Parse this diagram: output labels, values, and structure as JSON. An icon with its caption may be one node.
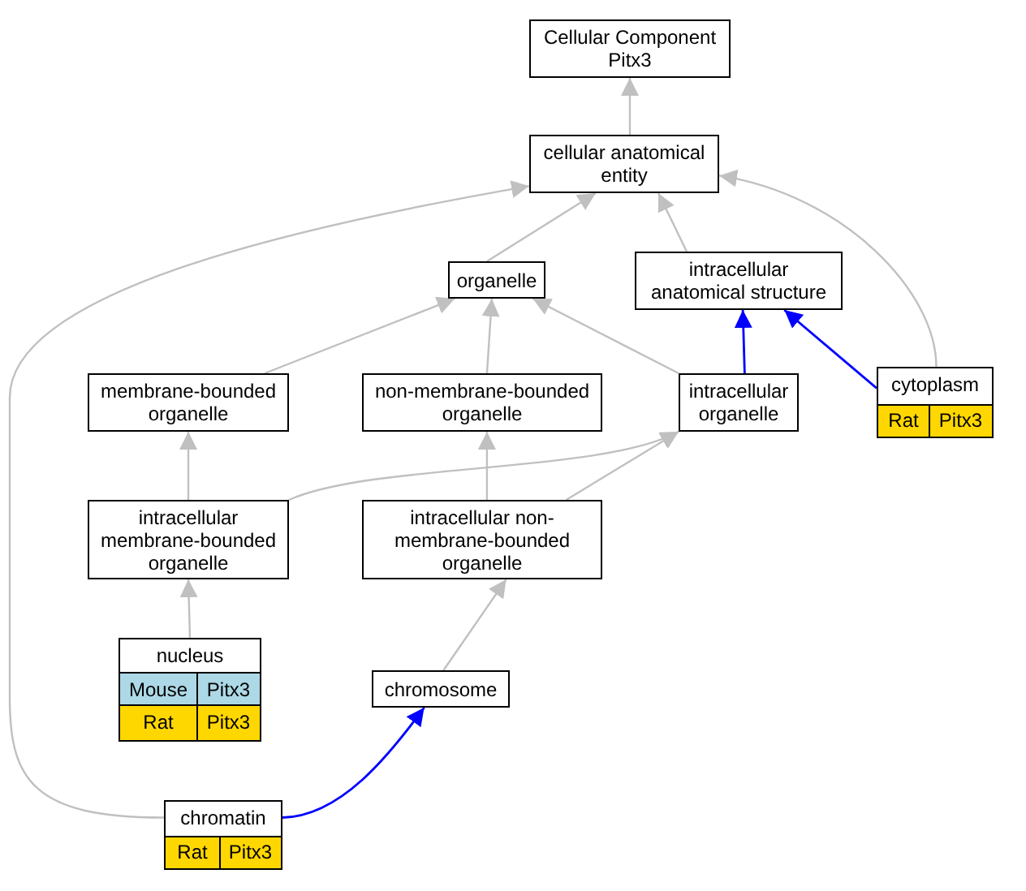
{
  "diagram": {
    "nodes": [
      {
        "text": [
          "Cellular Component Pitx3"
        ]
      },
      {
        "text": [
          "cellular anatomical entity"
        ]
      },
      {
        "text": [
          "organelle"
        ]
      },
      {
        "text": [
          "intracellular anatomical structure"
        ]
      },
      {
        "text": [
          "membrane-bounded organelle"
        ]
      },
      {
        "text": [
          "non-membrane-bounded organelle"
        ]
      },
      {
        "text": [
          "intracellular organelle"
        ]
      },
      {
        "text": [
          "cytoplasm"
        ]
      },
      {
        "text": [
          "Rat"
        ],
        "in": 7
      },
      {
        "text": [
          "Pitx3"
        ],
        "in": 7
      },
      {
        "text": [
          "intracellular membrane-bounded organelle"
        ]
      },
      {
        "text": [
          "intracellular non-membrane-bounded organelle"
        ]
      },
      {
        "text": [
          "nucleus"
        ]
      },
      {
        "text": [
          "Mouse"
        ],
        "in": 12
      },
      {
        "text": [
          "Pitx3"
        ],
        "in": 12
      },
      {
        "text": [
          "Rat"
        ],
        "in": 12
      },
      {
        "text": [
          "Pitx3"
        ],
        "in": 12
      },
      {
        "text": [
          "chromosome"
        ]
      },
      {
        "text": [
          "chromatin"
        ]
      },
      {
        "text": [
          "Rat"
        ],
        "in": 18
      },
      {
        "text": [
          "Pitx3"
        ],
        "in": 18
      }
    ],
    "edges": [
      {
        "from": 1,
        "to": 0,
        "arrow": "to"
      },
      {
        "from": 2,
        "to": 1,
        "arrow": "to"
      },
      {
        "from": 3,
        "to": 1,
        "arrow": "to"
      },
      {
        "from": 7,
        "to": 1,
        "arrow": "to"
      },
      {
        "from": 18,
        "to": 1,
        "arrow": "to"
      },
      {
        "from": 4,
        "to": 2,
        "arrow": "to"
      },
      {
        "from": 5,
        "to": 2,
        "arrow": "to"
      },
      {
        "from": 6,
        "to": 2,
        "arrow": "to"
      },
      {
        "from": 6,
        "to": 3,
        "arrow": "to",
        "color": "#0000ff"
      },
      {
        "from": 7,
        "to": 3,
        "arrow": "to",
        "color": "#0000ff"
      },
      {
        "from": 10,
        "to": 4,
        "arrow": "to"
      },
      {
        "from": 11,
        "to": 5,
        "arrow": "to"
      },
      {
        "from": 10,
        "to": 6,
        "arrow": "to"
      },
      {
        "from": 11,
        "to": 6,
        "arrow": "to"
      },
      {
        "from": 12,
        "to": 10,
        "arrow": "to"
      },
      {
        "from": 17,
        "to": 11,
        "arrow": "to"
      },
      {
        "from": 18,
        "to": 17,
        "arrow": "to",
        "color": "#0000ff"
      }
    ]
  }
}
